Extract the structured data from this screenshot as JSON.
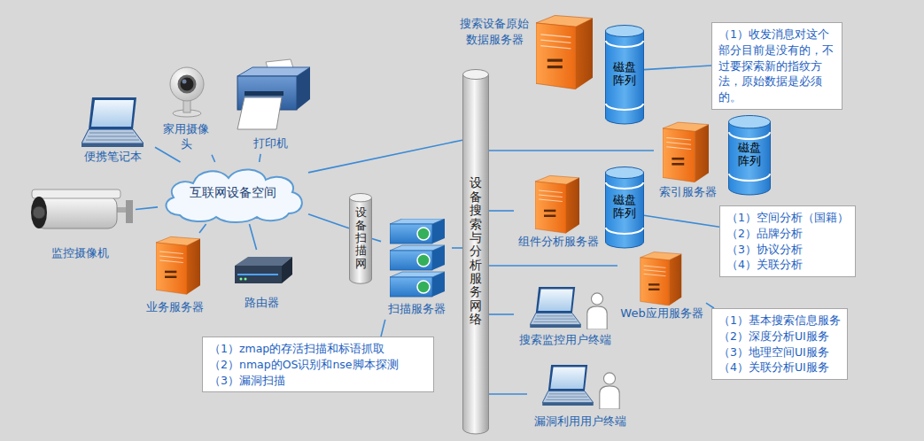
{
  "diagram": {
    "nodes": [
      {
        "text": [
          "互联网设备空间"
        ]
      },
      {
        "text": [
          "便携笔记本"
        ]
      },
      {
        "text": [
          "家用摄像头"
        ]
      },
      {
        "text": [
          "打印机"
        ]
      },
      {
        "text": [
          "监控摄像机"
        ]
      },
      {
        "text": [
          "业务服务器"
        ]
      },
      {
        "text": [
          "路由器"
        ]
      },
      {
        "text": [
          "设备扫描网"
        ]
      },
      {
        "text": [
          "扫描服务器"
        ]
      },
      {
        "text": [
          "（1）zmap的存活扫描和标语抓取",
          "（2）nmap的OS识别和nse脚本探测",
          "（3）漏洞扫描"
        ]
      },
      {
        "text": [
          "设备搜索与分析服务网络"
        ]
      },
      {
        "text": [
          "搜索设备原始数据服务器"
        ]
      },
      {
        "text": [
          "磁盘阵列"
        ]
      },
      {
        "text": [
          "（1）收发消息对这个部分目前是没有的，不过要探索新的指纹方法，原始数据是必须的。"
        ]
      },
      {
        "text": [
          "索引服务器"
        ]
      },
      {
        "text": [
          "磁盘阵列"
        ]
      },
      {
        "text": [
          "组件分析服务器"
        ]
      },
      {
        "text": [
          "磁盘阵列"
        ]
      },
      {
        "text": [
          "（1）空间分析（国籍）",
          "（2）品牌分析",
          "（3）协议分析",
          "（4）关联分析"
        ]
      },
      {
        "text": [
          "Web应用服务器"
        ]
      },
      {
        "text": [
          "（1）基本搜索信息服务",
          "（2）深度分析UI服务",
          "（3）地理空间UI服务",
          "（4）关联分析UI服务"
        ]
      },
      {
        "text": [
          "搜索监控用户终端"
        ]
      },
      {
        "text": [
          "漏洞利用用户终端"
        ]
      }
    ],
    "edges": [
      {
        "from": 0,
        "to": 1,
        "arrow": "none"
      },
      {
        "from": 0,
        "to": 2,
        "arrow": "none"
      },
      {
        "from": 0,
        "to": 3,
        "arrow": "none"
      },
      {
        "from": 0,
        "to": 4,
        "arrow": "none"
      },
      {
        "from": 0,
        "to": 5,
        "arrow": "none"
      },
      {
        "from": 0,
        "to": 6,
        "arrow": "none"
      },
      {
        "from": 0,
        "to": 7,
        "arrow": "none"
      },
      {
        "from": 7,
        "to": 8,
        "arrow": "none"
      },
      {
        "from": 8,
        "to": 10,
        "arrow": "none"
      },
      {
        "from": 0,
        "to": 10,
        "arrow": "none"
      },
      {
        "from": 10,
        "to": 14,
        "arrow": "none"
      },
      {
        "from": 10,
        "to": 16,
        "arrow": "none"
      },
      {
        "from": 10,
        "to": 19,
        "arrow": "none"
      },
      {
        "from": 10,
        "to": 21,
        "arrow": "none"
      },
      {
        "from": 10,
        "to": 22,
        "arrow": "none"
      },
      {
        "from": 12,
        "to": 13,
        "arrow": "none"
      },
      {
        "from": 17,
        "to": 18,
        "arrow": "none"
      },
      {
        "from": 19,
        "to": 20,
        "arrow": "none"
      },
      {
        "from": 9,
        "to": 8,
        "arrow": "none"
      }
    ]
  }
}
